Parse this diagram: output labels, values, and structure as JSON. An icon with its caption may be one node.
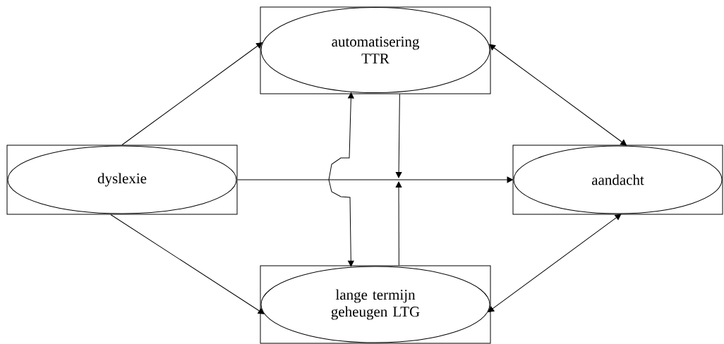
{
  "diagram": {
    "nodes": [
      {
        "text": [],
        "shape": "box"
      },
      {
        "text": [
          "automatisering TTR"
        ],
        "in": 0
      },
      {
        "text": [],
        "shape": "box"
      },
      {
        "text": [
          "dyslexie"
        ],
        "in": 2
      },
      {
        "text": [],
        "shape": "box"
      },
      {
        "text": [
          "aandacht"
        ],
        "in": 4
      },
      {
        "text": [],
        "shape": "box"
      },
      {
        "text": [
          "lange termijn geheugen LTG"
        ],
        "in": 6
      }
    ],
    "edges": [
      {
        "from": 2,
        "to": 1,
        "arrow": "to"
      },
      {
        "from": 2,
        "to": 7,
        "arrow": "to"
      },
      {
        "from": 2,
        "to": 5,
        "arrow": "to"
      },
      {
        "from": 1,
        "to": 5,
        "arrow": "both"
      },
      {
        "from": 7,
        "to": 5,
        "arrow": "both"
      },
      {
        "from": 1,
        "to": 7,
        "arrow": "both"
      },
      {
        "from": 0,
        "to": null,
        "arrow": "to"
      },
      {
        "from": 6,
        "to": null,
        "arrow": "to"
      }
    ]
  }
}
